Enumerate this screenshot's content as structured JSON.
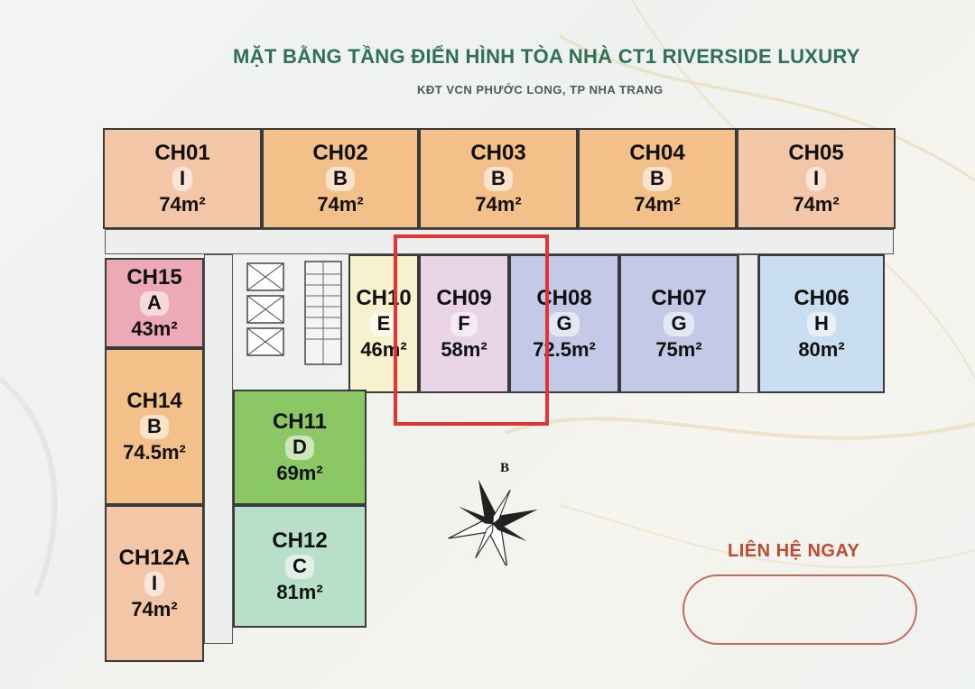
{
  "header": {
    "title": "MẶT BẰNG TẦNG ĐIỂN HÌNH TÒA NHÀ CT1 RIVERSIDE LUXURY",
    "subtitle": "KĐT VCN PHƯỚC LONG, TP NHA TRANG"
  },
  "units": [
    {
      "code": "CH01",
      "type": "I",
      "area": "74m²",
      "color": "#f4c6a8"
    },
    {
      "code": "CH02",
      "type": "B",
      "area": "74m²",
      "color": "#f4c08a"
    },
    {
      "code": "CH03",
      "type": "B",
      "area": "74m²",
      "color": "#f4c08a"
    },
    {
      "code": "CH04",
      "type": "B",
      "area": "74m²",
      "color": "#f4c08a"
    },
    {
      "code": "CH05",
      "type": "I",
      "area": "74m²",
      "color": "#f4c6a8"
    },
    {
      "code": "CH06",
      "type": "H",
      "area": "80m²",
      "color": "#c9def0"
    },
    {
      "code": "CH07",
      "type": "G",
      "area": "75m²",
      "color": "#c3c9e6"
    },
    {
      "code": "CH08",
      "type": "G",
      "area": "72.5m²",
      "color": "#c3c9e6"
    },
    {
      "code": "CH09",
      "type": "F",
      "area": "58m²",
      "color": "#e9d3e6"
    },
    {
      "code": "CH10",
      "type": "E",
      "area": "46m²",
      "color": "#f7f1cf"
    },
    {
      "code": "CH11",
      "type": "D",
      "area": "69m²",
      "color": "#8cc765"
    },
    {
      "code": "CH12",
      "type": "C",
      "area": "81m²",
      "color": "#b8e0c8"
    },
    {
      "code": "CH12A",
      "type": "I",
      "area": "74m²",
      "color": "#f4c6a8"
    },
    {
      "code": "CH14",
      "type": "B",
      "area": "74.5m²",
      "color": "#f4c08a"
    },
    {
      "code": "CH15",
      "type": "A",
      "area": "43m²",
      "color": "#ebaab6"
    }
  ],
  "compass": {
    "north_label": "B"
  },
  "contact": {
    "label": "LIÊN HỆ NGAY"
  },
  "colors": {
    "highlight": "#e13434",
    "title": "#2f6f5c",
    "contact": "#c0492f"
  }
}
